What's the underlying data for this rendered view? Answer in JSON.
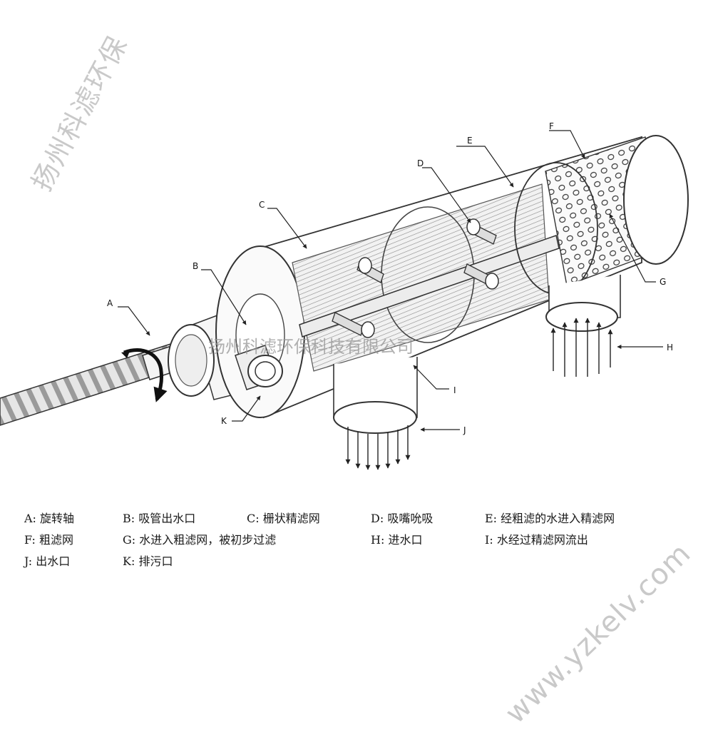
{
  "watermarks": {
    "top_left": "扬州科滤环保",
    "middle": "扬州科滤环保科技有限公司",
    "bottom_right": "www.yzkelv.com"
  },
  "callouts": {
    "A": "A",
    "B": "B",
    "C": "C",
    "D": "D",
    "E": "E",
    "F": "F",
    "G": "G",
    "H": "H",
    "I": "I",
    "J": "J",
    "K": "K"
  },
  "legend": [
    {
      "key": "A:",
      "text": "旋转轴"
    },
    {
      "key": "B:",
      "text": "吸管出水口"
    },
    {
      "key": "C:",
      "text": "栅状精滤网"
    },
    {
      "key": "D:",
      "text": "吸嘴吮吸"
    },
    {
      "key": "E:",
      "text": "经粗滤的水进入精滤网"
    },
    {
      "key": "F:",
      "text": "粗滤网"
    },
    {
      "key": "G:",
      "text": "水进入粗滤网，被初步过滤"
    },
    {
      "key": "H:",
      "text": "进水口"
    },
    {
      "key": "I:",
      "text": "水经过精滤网流出"
    },
    {
      "key": "J:",
      "text": "出水口"
    },
    {
      "key": "K:",
      "text": "排污口"
    }
  ]
}
